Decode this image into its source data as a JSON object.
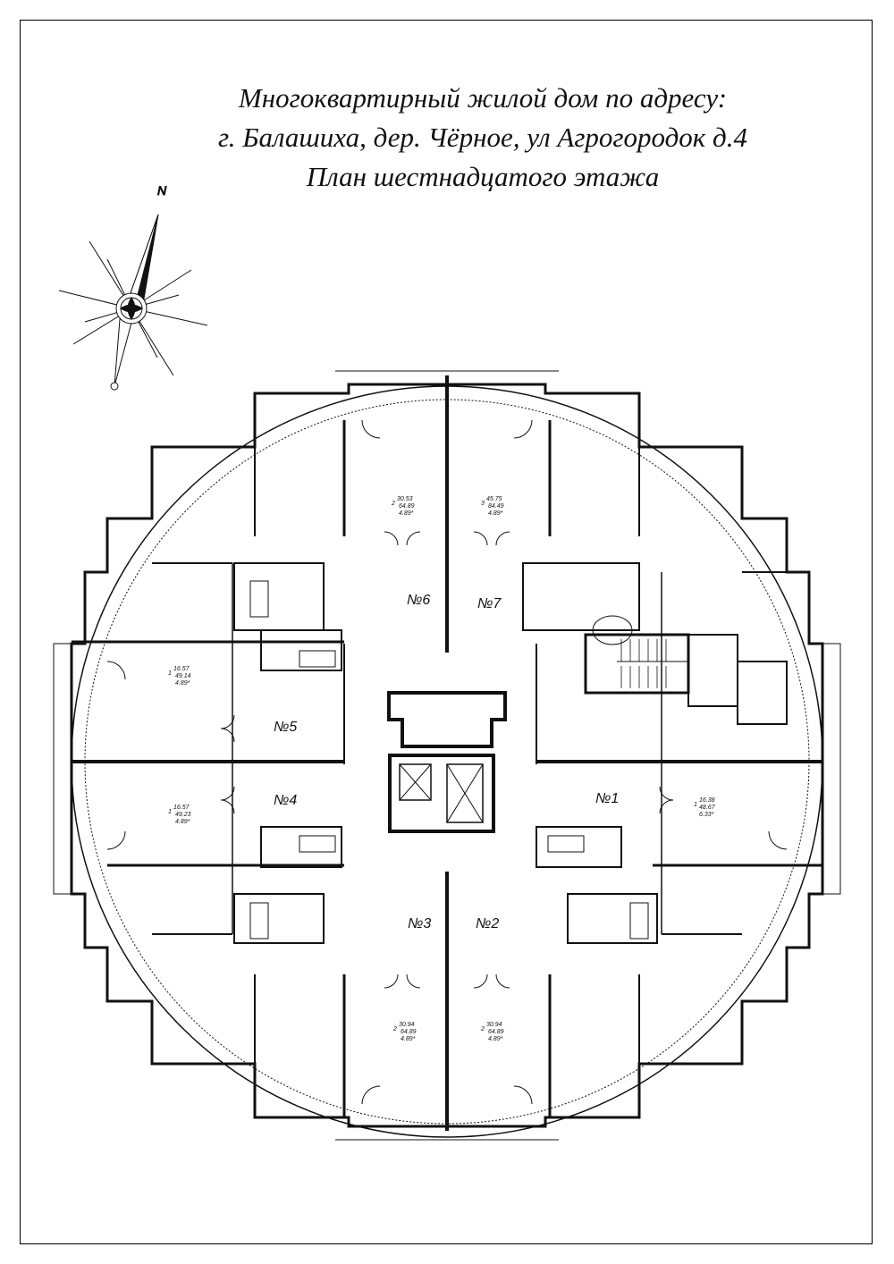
{
  "title": {
    "line1": "Многоквартирный жилой дом по адресу:",
    "line2": "г. Балашиха, дер. Чёрное, ул Агрогородок д.4",
    "line3": "План шестнадцатого этажа"
  },
  "compass": {
    "north_label": "N"
  },
  "apartments": [
    {
      "id": "apt6",
      "label": "№6",
      "rooms": "2",
      "living": "30.53",
      "total": "64.89",
      "ceiling": "4.89*"
    },
    {
      "id": "apt7",
      "label": "№7",
      "rooms": "3",
      "living": "45.75",
      "total": "84.49",
      "ceiling": "4.89*"
    },
    {
      "id": "apt5",
      "label": "№5",
      "rooms": "1",
      "living": "16.57",
      "total": "49.14",
      "ceiling": "4.89*"
    },
    {
      "id": "apt4",
      "label": "№4",
      "rooms": "1",
      "living": "16.57",
      "total": "49.23",
      "ceiling": "4.89*"
    },
    {
      "id": "apt1",
      "label": "№1",
      "rooms": "1",
      "living": "16.38",
      "total": "48.67",
      "ceiling": "6.33*"
    },
    {
      "id": "apt3",
      "label": "№3",
      "rooms": "2",
      "living": "30.94",
      "total": "64.89",
      "ceiling": "4.89*"
    },
    {
      "id": "apt2",
      "label": "№2",
      "rooms": "2",
      "living": "30.94",
      "total": "64.89",
      "ceiling": "4.89*"
    }
  ],
  "colors": {
    "ink": "#111111",
    "wall": "#1a1a1a",
    "paper": "#ffffff"
  }
}
